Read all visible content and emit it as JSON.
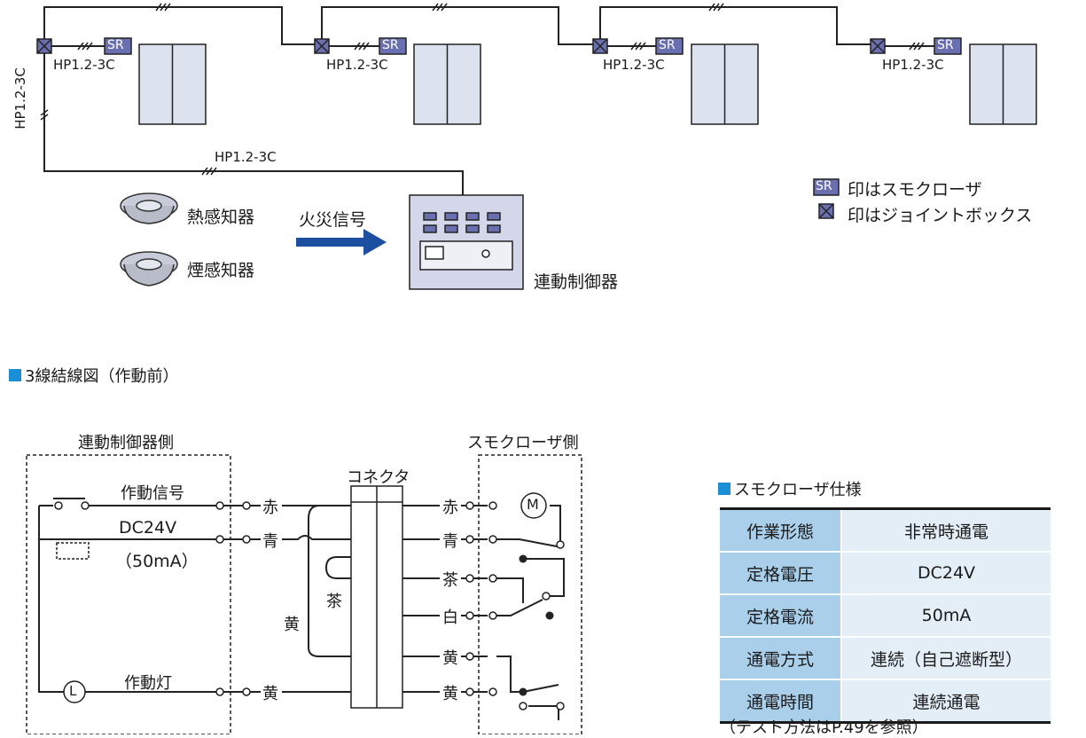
{
  "top_diagram": {
    "cable_label": "HP1.2-3C",
    "vertical_cable_label": "HP1.2-3C",
    "bottom_cable_label": "HP1.2-3C",
    "sr_badge": "SR",
    "units": [
      {
        "cable_label": "HP1.2-3C"
      },
      {
        "cable_label": "HP1.2-3C"
      },
      {
        "cable_label": "HP1.2-3C"
      },
      {
        "cable_label": "HP1.2-3C"
      }
    ],
    "heat_detector_label": "熱感知器",
    "smoke_detector_label": "煙感知器",
    "fire_signal_label": "火災信号",
    "controller_label": "連動制御器",
    "legend": [
      {
        "symbol": "SR",
        "text": "印はスモクローザ"
      },
      {
        "symbol": "junction-box",
        "text": "印はジョイントボックス"
      }
    ]
  },
  "wiring_diagram": {
    "title": "3線結線図（作動前）",
    "controller_side_label": "連動制御器側",
    "closer_side_label": "スモクローザ側",
    "connector_label": "コネクタ",
    "operation_signal_label": "作動信号",
    "voltage_label": "DC24V",
    "current_label": "（50mA）",
    "indicator_lamp_label": "作動灯",
    "lamp_symbol": "L",
    "motor_symbol": "M",
    "left_wires": [
      "赤",
      "青",
      "黄"
    ],
    "right_wires": [
      "赤",
      "青",
      "茶",
      "白",
      "黄",
      "黄"
    ],
    "loop_labels": {
      "brown": "茶",
      "yellow": "黄"
    }
  },
  "spec": {
    "title": "スモクローザ仕様",
    "rows": [
      {
        "key": "作業形態",
        "value": "非常時通電"
      },
      {
        "key": "定格電圧",
        "value": "DC24V"
      },
      {
        "key": "定格電流",
        "value": "50mA"
      },
      {
        "key": "通電方式",
        "value": "連続（自己遮断型）"
      },
      {
        "key": "通電時間",
        "value": "連続通電"
      }
    ],
    "footnote": "（テスト方法はP.49を参照）"
  },
  "colors": {
    "accent_blue": "#1a8fd6",
    "arrow_blue": "#1c4fa0",
    "device_fill": "#dde2ef",
    "controller_fill": "#d4d6ea",
    "box_fill": "#6a6fb0",
    "table_key": "#a9cfea",
    "table_value": "#e3eef7"
  }
}
